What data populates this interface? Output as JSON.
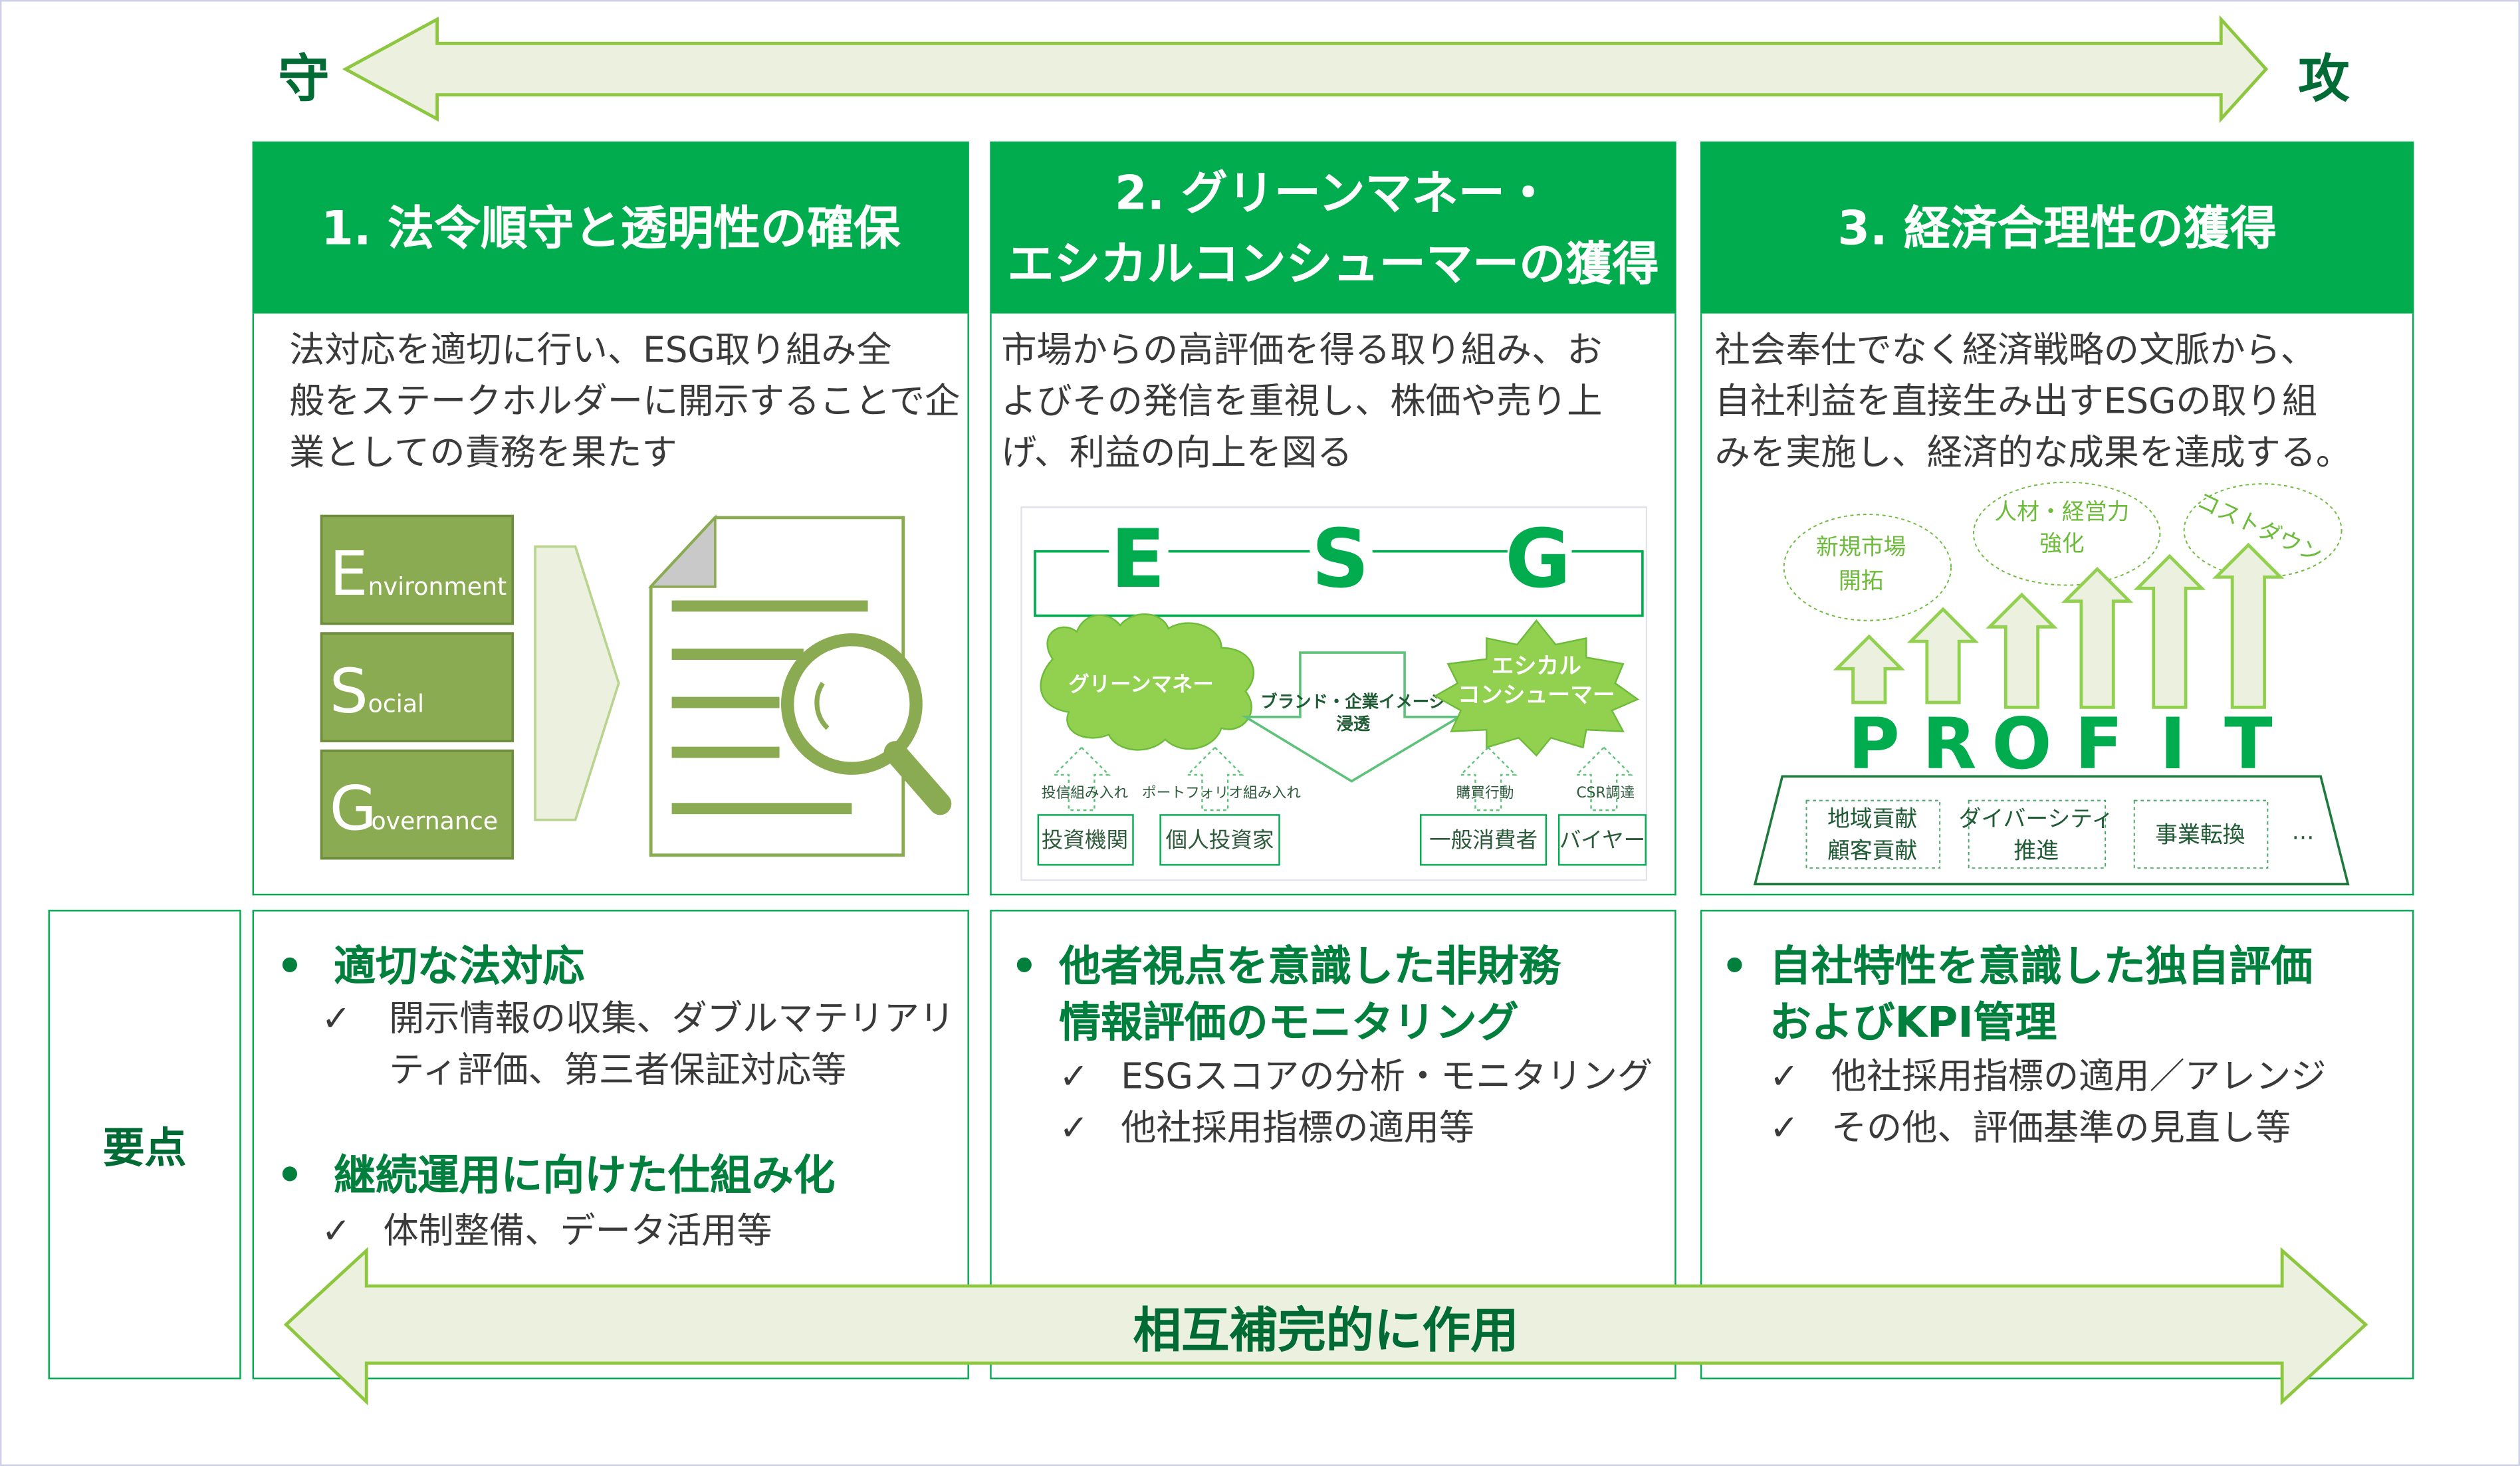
{
  "axis": {
    "left": "守",
    "right": "攻"
  },
  "columns": [
    {
      "title": [
        "1. 法令順守と透明性の確保"
      ],
      "description": [
        "法対応を適切に行い、ESG取り組み全",
        "般をステークホルダーに開示することで企",
        "業としての責務を果たす"
      ],
      "bullets": [
        {
          "heading": [
            "適切な法対応"
          ],
          "items": [
            [
              "開示情報の収集、ダブルマテリアリ",
              "ティ評価、第三者保証対応等"
            ]
          ]
        },
        {
          "heading": [
            "継続運用に向けた仕組み化"
          ],
          "items": [
            [
              "体制整備、データ活用等"
            ]
          ]
        }
      ]
    },
    {
      "title": [
        "2. グリーンマネー・",
        "エシカルコンシューマーの獲得"
      ],
      "description": [
        "市場からの高評価を得る取り組み、お",
        "よびその発信を重視し、株価や売り上",
        "げ、利益の向上を図る"
      ],
      "bullets": [
        {
          "heading": [
            "他者視点を意識した非財務",
            "情報評価のモニタリング"
          ],
          "items": [
            [
              "ESGスコアの分析・モニタリング"
            ],
            [
              "他社採用指標の適用等"
            ]
          ]
        }
      ]
    },
    {
      "title": [
        "3. 経済合理性の獲得"
      ],
      "description": [
        "社会奉仕でなく経済戦略の文脈から、",
        "自社利益を直接生み出すESGの取り組",
        "みを実施し、経済的な成果を達成する。"
      ],
      "bullets": [
        {
          "heading": [
            "自社特性を意識した独自評価",
            "およびKPI管理"
          ],
          "items": [
            [
              "他社採用指標の適用／アレンジ"
            ],
            [
              "その他、評価基準の見直し等"
            ]
          ]
        }
      ]
    }
  ],
  "diagram1": {
    "blocks": [
      {
        "initial": "E",
        "rest": "nvironment"
      },
      {
        "initial": "S",
        "rest": "ocial"
      },
      {
        "initial": "G",
        "rest": "overnance"
      }
    ]
  },
  "diagram2": {
    "letters": [
      "E",
      "S",
      "G"
    ],
    "cloud": "グリーンマネー",
    "star": [
      "エシカル",
      "コンシューマー"
    ],
    "arrow_text": [
      "ブランド・企業イメージ",
      "浸透"
    ],
    "flows": [
      "投信組み入れ",
      "ポートフォリオ組み入れ",
      "購買行動",
      "CSR調達"
    ],
    "actors": [
      "投資機関",
      "個人投資家",
      "一般消費者",
      "バイヤー"
    ]
  },
  "diagram3": {
    "clouds": [
      [
        "新規市場",
        "開拓"
      ],
      [
        "人材・経営力",
        "強化"
      ],
      [
        "コストダウン"
      ]
    ],
    "profit_letters": [
      "P",
      "R",
      "O",
      "F",
      "I",
      "T"
    ],
    "foundation": [
      [
        "地域貢献",
        "顧客貢献"
      ],
      [
        "ダイバーシティ",
        "推進"
      ],
      [
        "事業転換"
      ]
    ],
    "ellipsis": "…"
  },
  "summary_label": "要点",
  "bottom_arrow_label": "相互補完的に作用",
  "colors": {
    "brand_green": "#00ac4e",
    "light_green": "#92d050",
    "arrow_fill": "#ebf1de",
    "olive": "#8aab52"
  }
}
